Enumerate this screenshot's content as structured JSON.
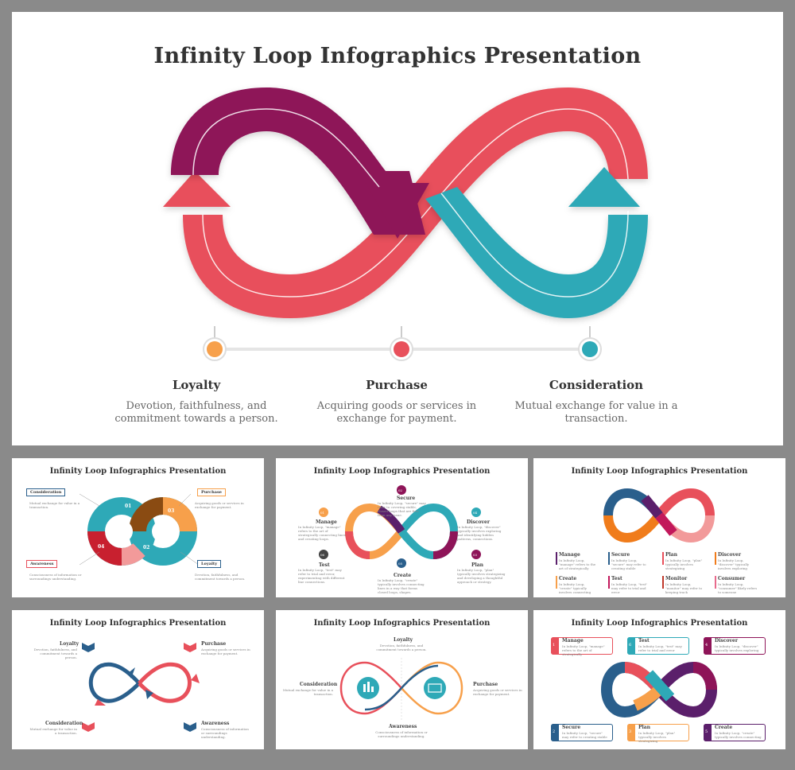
{
  "main": {
    "title": "Infinity Loop Infographics Presentation",
    "colors": {
      "purple": "#8e1458",
      "red": "#e8505b",
      "teal": "#2ea9b7",
      "orange": "#f7a04b"
    },
    "captions": [
      {
        "heading": "Loyalty",
        "line1": "Devotion, faithfulness, and",
        "line2": "commitment towards a person.",
        "dot_color": "#f7a04b"
      },
      {
        "heading": "Purchase",
        "line1": "Acquiring goods or services in",
        "line2": "exchange for payment.",
        "dot_color": "#e8505b"
      },
      {
        "heading": "Consideration",
        "line1": "Mutual exchange for value in a",
        "line2": "transaction.",
        "dot_color": "#2ea9b7"
      }
    ]
  },
  "thumbnails": [
    {
      "title": "Infinity Loop Infographics Presentation",
      "labels": {
        "consideration": "Consideration",
        "purchase": "Purchase",
        "awareness": "Awareness",
        "loyalty": "Loyalty"
      },
      "descs": {
        "consideration": "Mutual exchange for value in a transaction.",
        "purchase": "Acquiring goods or services in exchange for payment.",
        "awareness": "Consciousness of information or surroundings understanding.",
        "loyalty": "Devotion, faithfulness, and commitment towards a person."
      },
      "numbers": [
        "01",
        "02",
        "03",
        "04"
      ]
    },
    {
      "title": "Infinity Loop Infographics Presentation",
      "steps": [
        {
          "num": "02",
          "label": "Secure",
          "desc": "In Infinity Loop, \"secure\" may refer to covering stable, closed loops that are free from any issue."
        },
        {
          "num": "01",
          "label": "Manage",
          "desc": "In Infinity Loop, \"manage\" refers to the art of strategically connecting lines and creating loops."
        },
        {
          "num": "04",
          "label": "Discover",
          "desc": "In Infinity Loop, \"discover\" typically involves exploring and identifying hidden patterns, connections."
        },
        {
          "num": "06",
          "label": "Test",
          "desc": "In Infinity Loop, \"test\" may refer to trial and error, experimenting with different line connections."
        },
        {
          "num": "05",
          "label": "Create",
          "desc": "In Infinity Loop, \"create\" typically involves connecting lines in a way that forms closed loops, shapes."
        },
        {
          "num": "03",
          "label": "Plan",
          "desc": "In Infinity Loop, \"plan\" typically involves strategizing and developing a thoughtful approach or strategy."
        }
      ]
    },
    {
      "title": "Infinity Loop Infographics Presentation",
      "items": [
        {
          "label": "Manage",
          "desc": "In Infinity Loop, \"manage\" refers to the art of strategically",
          "color": "#5b1f6b"
        },
        {
          "label": "Secure",
          "desc": "In Infinity Loop, \"secure\" may refer to creating stable",
          "color": "#2a5f8c"
        },
        {
          "label": "Plan",
          "desc": "In Infinity Loop, \"plan\" typically involves strategizing",
          "color": "#e8505b"
        },
        {
          "label": "Discover",
          "desc": "In Infinity Loop, \"discover\" typically involves exploring",
          "color": "#f07c1b"
        },
        {
          "label": "Create",
          "desc": "In Infinity Loop, \"create\" typically involves connecting",
          "color": "#f7a04b"
        },
        {
          "label": "Test",
          "desc": "In Infinity Loop, \"test\" may refer to trial and error",
          "color": "#c2185b"
        },
        {
          "label": "Monitor",
          "desc": "In Infinity Loop, \"monitor\" may refer to keeping track",
          "color": "#c0392b"
        },
        {
          "label": "Consumer",
          "desc": "In Infinity Loop, \"consumer\" likely refers to someone",
          "color": "#e86a8c"
        }
      ]
    },
    {
      "title": "Infinity Loop Infographics Presentation",
      "labels": {
        "loyalty": "Loyalty",
        "purchase": "Purchase",
        "consideration": "Consideration",
        "awareness": "Awareness"
      },
      "descs": {
        "loyalty": "Devotion, faithfulness, and commitment towards a person.",
        "purchase": "Acquiring goods or services in exchange for payment.",
        "consideration": "Mutual exchange for value in a transaction.",
        "awareness": "Consciousness of information or surroundings understanding."
      }
    },
    {
      "title": "Infinity Loop Infographics Presentation",
      "labels": {
        "loyalty": "Loyalty",
        "consideration": "Consideration",
        "purchase": "Purchase",
        "awareness": "Awareness"
      },
      "descs": {
        "loyalty": "Devotion, faithfulness, and commitment towards a person.",
        "consideration": "Mutual exchange for value in a transaction.",
        "purchase": "Acquiring goods or services in exchange for payment.",
        "awareness": "Consciousness of information or surroundings understanding."
      }
    },
    {
      "title": "Infinity Loop Infographics Presentation",
      "boxes": [
        {
          "num": "1",
          "label": "Manage",
          "desc": "In Infinity Loop, \"manage\" refers to the art of strategically",
          "color": "#e8505b"
        },
        {
          "num": "6",
          "label": "Test",
          "desc": "In Infinity Loop, \"test\" may refer to trial and error",
          "color": "#2ea9b7"
        },
        {
          "num": "4",
          "label": "Discover",
          "desc": "In Infinity Loop, \"discover\" typically involves exploring",
          "color": "#8e1458"
        },
        {
          "num": "2",
          "label": "Secure",
          "desc": "In Infinity Loop, \"secure\" may refer to creating stable",
          "color": "#2a5f8c"
        },
        {
          "num": "3",
          "label": "Plan",
          "desc": "In Infinity Loop, \"plan\" typically involves strategizing",
          "color": "#f7a04b"
        },
        {
          "num": "5",
          "label": "Create",
          "desc": "In Infinity Loop, \"create\" typically involves connecting",
          "color": "#5b1f6b"
        }
      ]
    }
  ]
}
